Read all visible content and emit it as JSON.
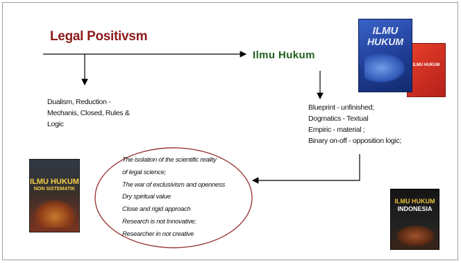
{
  "titles": {
    "legal_positivism": "Legal Positivsm",
    "ilmu_hukum": "Ilmu Hukum"
  },
  "left_box": {
    "lines": [
      "Dualism, Reduction -",
      "Mechanis, Closed, Rules &",
      "Logic"
    ]
  },
  "right_box": {
    "lines": [
      "Blueprint - unfinished;",
      "Dogmatics - Textual",
      "Empiric - material ;",
      "Binary on-off - opposition logic;"
    ]
  },
  "ellipse": {
    "lines": [
      "The isolation of the scientific reality",
      "of legal science;",
      "The war of exclusivism and openness",
      "Dry spiritual value",
      "Close and rigid approach",
      "Research is not Innovative;",
      "Researcher in not creative"
    ]
  },
  "books": {
    "top_right_blue": {
      "line1": "ILMU",
      "line2": "HUKUM"
    },
    "top_right_red": {
      "line1": "ILMU HUKUM"
    },
    "left": {
      "line1": "ILMU HUKUM",
      "line2": "NON SISTEMATIK"
    },
    "bottom_right": {
      "line1": "ILMU HUKUM",
      "line2": "INDONESIA"
    }
  },
  "colors": {
    "title1": "#8b1a1a",
    "title2": "#1e5f1e",
    "ellipse_stroke": "#9a3a3a",
    "lines": "#000000"
  }
}
